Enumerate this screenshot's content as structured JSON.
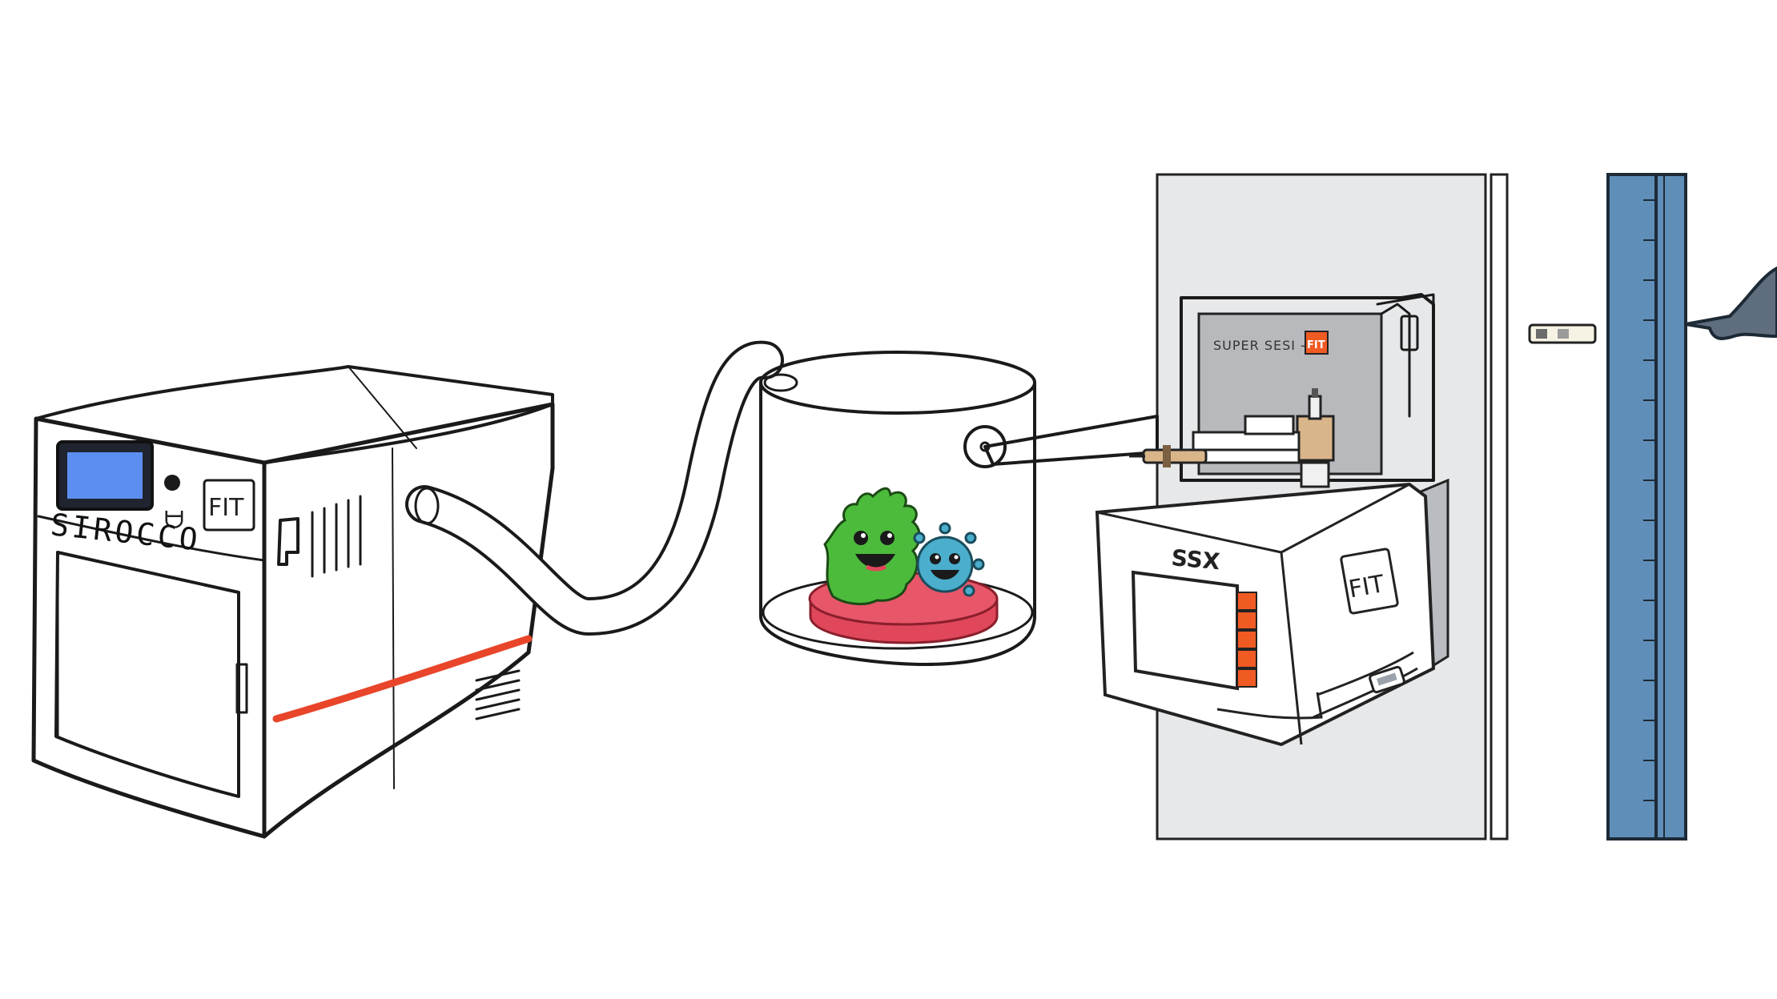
{
  "labels": {
    "sirocco": "SIROCCO",
    "sirocco_brand": "FIT",
    "ssx": "SSX",
    "ssx_brand": "FIT",
    "super_sesi": "SUPER SESI - X",
    "super_sesi_brand": "FIT"
  },
  "colors": {
    "screen_blue": "#5b8ef0",
    "accent_red": "#e8452a",
    "petri_red": "#e0475a",
    "microbe_green": "#4cbb3c",
    "microbe_teal": "#4aaecc",
    "ssx_orange": "#f05a23",
    "panel_gray": "#e6e8ea",
    "column_blue": "#5f8fb8"
  },
  "icons": {
    "microbe_large": "green-microbe-icon",
    "microbe_small": "teal-microbe-icon"
  }
}
